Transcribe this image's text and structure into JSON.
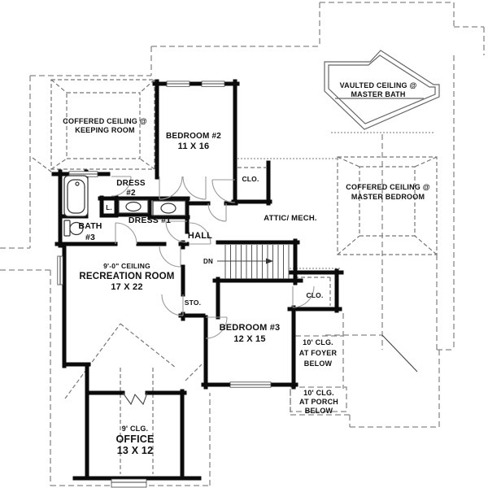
{
  "plan": {
    "colors": {
      "wall": "#0b0b0b",
      "dashed_roof": "#888888",
      "dashed_ceiling": "#777777",
      "door_swing": "#9a9a9a",
      "text": "#111111",
      "background": "#ffffff"
    },
    "labels": {
      "keeping": {
        "lines": [
          "COFFERED CEILING @",
          "KEEPING ROOM"
        ]
      },
      "bedroom2": {
        "lines": [
          "BEDROOM #2",
          "11 X 16"
        ]
      },
      "master_bath": {
        "lines": [
          "VAULTED CEILING @",
          "MASTER BATH"
        ]
      },
      "master_bedroom": {
        "lines": [
          "COFFERED CEILING @",
          "MASTER BEDROOM"
        ]
      },
      "dress2": {
        "lines": [
          "DRESS",
          "#2"
        ]
      },
      "linen": {
        "lines": [
          "L."
        ]
      },
      "dress1": {
        "lines": [
          "DRESS #1"
        ]
      },
      "bath3": {
        "lines": [
          "BATH",
          "#3"
        ]
      },
      "hall": {
        "lines": [
          "HALL"
        ]
      },
      "attic": {
        "lines": [
          "ATTIC/ MECH."
        ]
      },
      "stairs": {
        "lines": [
          "DN"
        ]
      },
      "recreation": {
        "lines": [
          "9'-0\" CEILING",
          "RECREATION ROOM",
          "17 X 22"
        ]
      },
      "storage": {
        "lines": [
          "STO."
        ]
      },
      "closet_bed2": {
        "lines": [
          "CLO."
        ]
      },
      "closet_bed3": {
        "lines": [
          "CLO."
        ]
      },
      "bedroom3": {
        "lines": [
          "BEDROOM #3",
          "12 X 15"
        ]
      },
      "foyer_below": {
        "lines": [
          "10' CLG.",
          "AT FOYER",
          "BELOW"
        ]
      },
      "porch_below": {
        "lines": [
          "10' CLG.",
          "AT PORCH",
          "BELOW"
        ]
      },
      "office": {
        "lines": [
          "9' CLG.",
          "OFFICE",
          "13 X 12"
        ]
      }
    }
  }
}
